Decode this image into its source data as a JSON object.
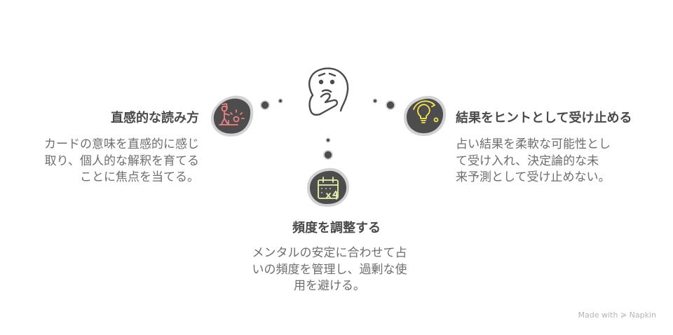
{
  "colors": {
    "blob": "#4d4d4d",
    "blob_rim": "#d2d2d2",
    "dot": "#4d4d4d",
    "left_icon": "#f08080",
    "right_icon": "#f5e74d",
    "bottom_icon": "#e6f0a8",
    "title": "#4a4a4a",
    "text": "#6e6e6e"
  },
  "center_icon": "thinking-face-icon",
  "items": {
    "left": {
      "icon": "tarot-reader-icon",
      "title": "直感的な読み方",
      "lines": [
        "カードの意味を直感的に感じ",
        "取り、個人的な解釈を育てる",
        "ことに焦点を当てる。"
      ]
    },
    "right": {
      "icon": "lightbulb-hint-icon",
      "title": "結果をヒントとして受け止める",
      "lines": [
        "占い結果を柔軟な可能性とし",
        "て受け入れ、決定論的な未",
        "来予測として受け止めない。"
      ]
    },
    "bottom": {
      "icon": "calendar-frequency-icon",
      "title": "頻度を調整する",
      "lines": [
        "メンタルの安定に合わせて占",
        "いの頻度を管理し、過剰な使",
        "用を避ける。"
      ]
    }
  },
  "watermark": "Made with ≽ Napkin"
}
